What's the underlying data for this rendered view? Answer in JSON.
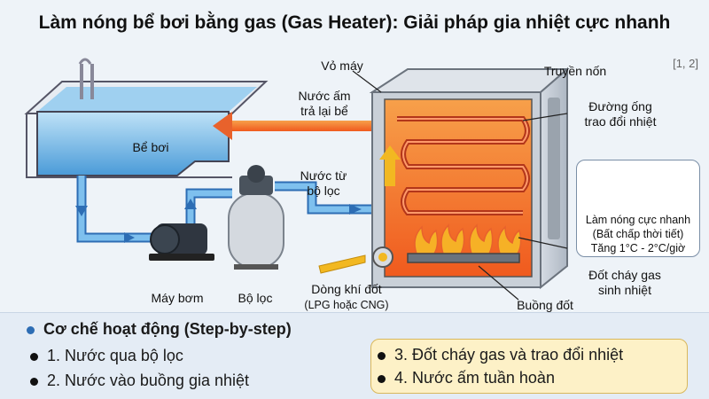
{
  "title": "Làm nóng bể bơi bằng gas (Gas Heater): Giải pháp gia nhiệt cực nhanh",
  "citation": "[1, 2]",
  "labels": {
    "pool": "Bể bơi",
    "pump": "Máy bơm",
    "filter": "Bộ lọc",
    "gas_line_1": "Dòng khí đốt",
    "gas_line_2": "(LPG hoặc CNG)",
    "casing": "Vỏ máy",
    "fan": "Truyền nốn",
    "warm_return_1": "Nước ấm",
    "warm_return_2": "trả lại bể",
    "from_filter_1": "Nước từ",
    "from_filter_2": "bộ lọc",
    "exchanger_1": "Đường ống",
    "exchanger_2": "trao đổi nhiệt",
    "burn_1": "Đốt cháy gas",
    "burn_2": "sinh nhiệt",
    "chamber": "Buồng đốt"
  },
  "info_box": {
    "line1": "Làm nóng cực nhanh",
    "line2": "(Bất chấp thời tiết)",
    "line3": "Tăng 1°C - 2°C/giờ"
  },
  "steps": {
    "heading": "Cơ chế hoạt động (Step-by-step)",
    "s1": "1. Nước qua bộ lọc",
    "s2": "2. Nước vào buồng gia nhiệt",
    "s3": "3. Đốt cháy gas và trao đổi nhiệt",
    "s4": "4. Nước ấm tuần hoàn"
  },
  "colors": {
    "water": "#5aa7e0",
    "hot": "#e8622c",
    "gas": "#f2b821",
    "accent_blue": "#2d6db4"
  }
}
